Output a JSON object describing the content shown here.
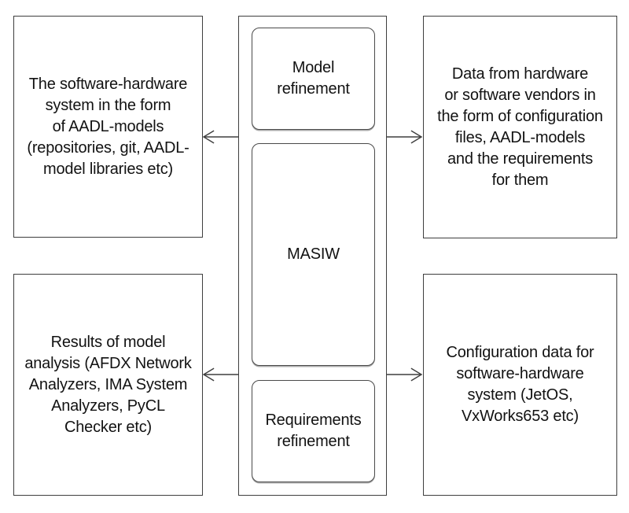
{
  "diagram": {
    "boxes": {
      "left_top": "The software-hardware\nsystem in the form\nof AADL-models\n(repositories, git, AADL-\nmodel libraries etc)",
      "left_bottom": "Results of model\nanalysis (AFDX Network\nAnalyzers, IMA System\nAnalyzers, PyCL\nChecker etc)",
      "right_top": "Data from hardware\nor software vendors in\nthe form of configuration\nfiles, AADL-models\nand the requirements\nfor them",
      "right_bottom": "Configuration data for\nsoftware-hardware\nsystem (JetOS,\nVxWorks653 etc)",
      "center_top": "Model\nrefinement",
      "center_middle": "MASIW",
      "center_bottom": "Requirements\nrefinement"
    },
    "arrows": [
      {
        "name": "center-to-left-top",
        "direction": "left"
      },
      {
        "name": "center-to-right-top",
        "direction": "right"
      },
      {
        "name": "center-to-left-bottom",
        "direction": "left"
      },
      {
        "name": "center-to-right-bottom",
        "direction": "right"
      }
    ],
    "colors": {
      "border": "#3e3e3e",
      "text": "#121212",
      "background": "#ffffff"
    }
  }
}
